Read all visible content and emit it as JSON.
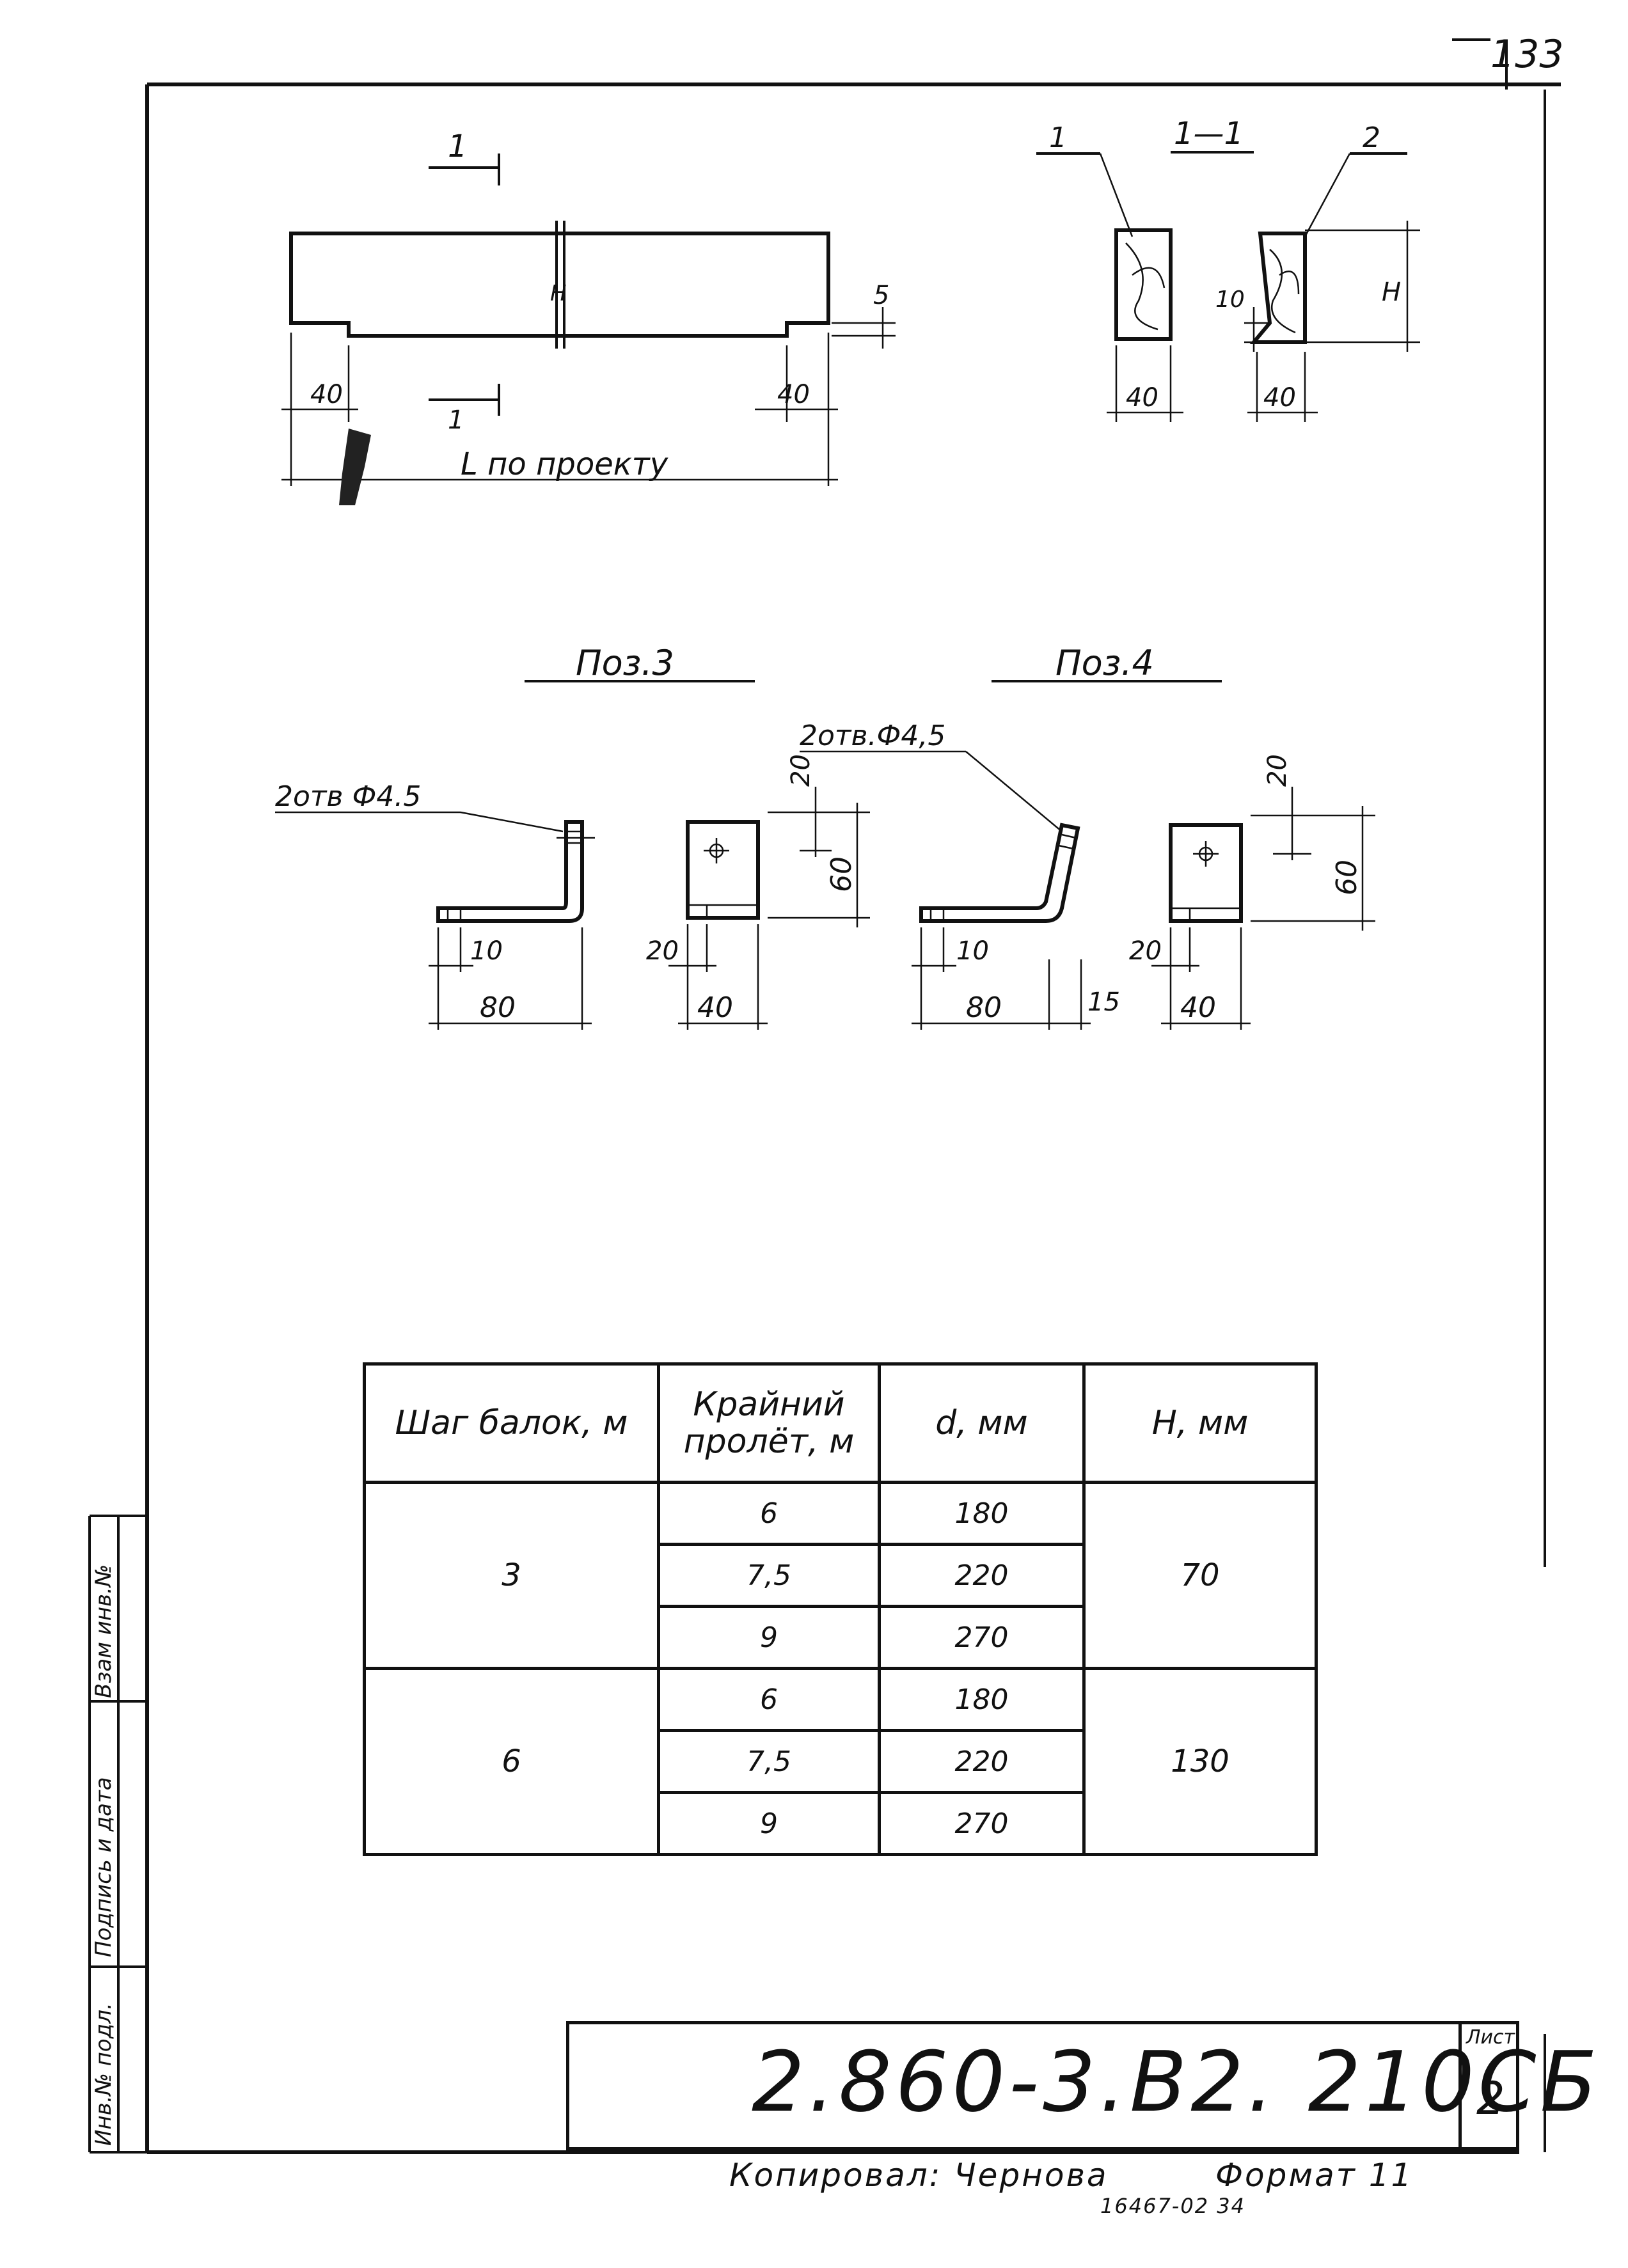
{
  "page_number": "133",
  "top_drawing": {
    "section_marker_top": "1",
    "section_marker_bottom": "1",
    "label_h": "H",
    "dim_left": "40",
    "dim_right": "40",
    "dim_5": "5",
    "length_label": "L по проекту"
  },
  "section_view": {
    "title": "1—1",
    "callout_1": "1",
    "callout_2": "2",
    "dim_10": "10",
    "label_h": "H",
    "dim_left": "40",
    "dim_right": "40"
  },
  "pos3": {
    "title": "Поз.3",
    "holes": "2отв Ф4.5",
    "dim_10": "10",
    "dim_80": "80",
    "dim_20_side": "20",
    "dim_40": "40",
    "dim_20_top": "20",
    "dim_60": "60"
  },
  "pos4": {
    "title": "Поз.4",
    "holes": "2отв.Ф4,5",
    "dim_10": "10",
    "dim_80": "80",
    "dim_15": "15",
    "dim_20_side": "20",
    "dim_40": "40",
    "dim_20_top": "20",
    "dim_60": "60"
  },
  "table": {
    "headers": {
      "step": "Шаг балок, м",
      "span": "Крайний пролёт, м",
      "d": "d, мм",
      "h": "H, мм"
    },
    "groups": [
      {
        "step": "3",
        "h": "70",
        "rows": [
          {
            "span": "6",
            "d": "180"
          },
          {
            "span": "7,5",
            "d": "220"
          },
          {
            "span": "9",
            "d": "270"
          }
        ]
      },
      {
        "step": "6",
        "h": "130",
        "rows": [
          {
            "span": "6",
            "d": "180"
          },
          {
            "span": "7,5",
            "d": "220"
          },
          {
            "span": "9",
            "d": "270"
          }
        ]
      }
    ]
  },
  "title_block": {
    "code": "2.860-3.В2. 210СБ",
    "sheet_label": "Лист",
    "sheet_number": "2",
    "copied_by": "Копировал: Чернова",
    "format": "Формат 11",
    "stamp": "16467-02 34"
  },
  "side_stamp": {
    "inv_replaced": "Взам инв.№",
    "signature_date": "Подпись и дата",
    "inv_original": "Инв.№ подл."
  }
}
